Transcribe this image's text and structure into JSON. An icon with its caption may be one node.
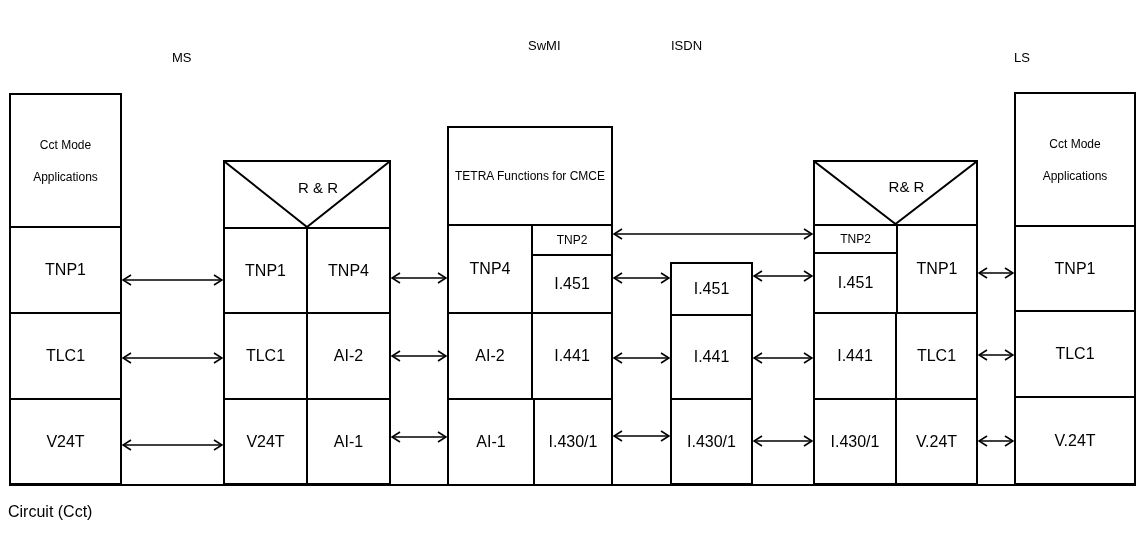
{
  "diagram": {
    "nodes": [
      {
        "text": [
          "Cct Mode Applications"
        ]
      },
      {
        "text": [
          "TNP1"
        ]
      },
      {
        "text": [
          "TLC1"
        ]
      },
      {
        "text": [
          "V24T"
        ]
      },
      {
        "text": [
          "R & R"
        ]
      },
      {
        "text": [
          "TNP1"
        ]
      },
      {
        "text": [
          "TNP4"
        ]
      },
      {
        "text": [
          "TLC1"
        ]
      },
      {
        "text": [
          "AI-2"
        ]
      },
      {
        "text": [
          "V24T"
        ]
      },
      {
        "text": [
          "AI-1"
        ]
      },
      {
        "text": [
          "TETRA Functions for CMCE"
        ]
      },
      {
        "text": [
          "TNP4"
        ]
      },
      {
        "text": [
          "TNP2"
        ]
      },
      {
        "text": [
          "I.451"
        ]
      },
      {
        "text": [
          "AI-2"
        ]
      },
      {
        "text": [
          "I.441"
        ]
      },
      {
        "text": [
          "AI-1"
        ]
      },
      {
        "text": [
          "I.430/1"
        ]
      },
      {
        "text": [
          "I.451"
        ]
      },
      {
        "text": [
          "I.441"
        ]
      },
      {
        "text": [
          "I.430/1"
        ]
      },
      {
        "text": [
          "R& R"
        ]
      },
      {
        "text": [
          "TNP2"
        ]
      },
      {
        "text": [
          "I.451"
        ]
      },
      {
        "text": [
          "TNP1"
        ]
      },
      {
        "text": [
          "I.441"
        ]
      },
      {
        "text": [
          "TLC1"
        ]
      },
      {
        "text": [
          "I.430/1"
        ]
      },
      {
        "text": [
          "V.24T"
        ]
      },
      {
        "text": [
          "Cct Mode Applications"
        ]
      },
      {
        "text": [
          "TNP1"
        ]
      },
      {
        "text": [
          "TLC1"
        ]
      },
      {
        "text": [
          "V.24T"
        ]
      }
    ],
    "edges": [
      {
        "from": 1,
        "to": 5,
        "arrow": "both"
      },
      {
        "from": 2,
        "to": 7,
        "arrow": "both"
      },
      {
        "from": 3,
        "to": 9,
        "arrow": "both"
      },
      {
        "from": 6,
        "to": 12,
        "arrow": "both"
      },
      {
        "from": 8,
        "to": 15,
        "arrow": "both"
      },
      {
        "from": 10,
        "to": 17,
        "arrow": "both"
      },
      {
        "from": 13,
        "to": 23,
        "arrow": "both"
      },
      {
        "from": 14,
        "to": 19,
        "arrow": "both"
      },
      {
        "from": 16,
        "to": 20,
        "arrow": "both"
      },
      {
        "from": 18,
        "to": 21,
        "arrow": "both"
      },
      {
        "from": 19,
        "to": 24,
        "arrow": "both"
      },
      {
        "from": 20,
        "to": 26,
        "arrow": "both"
      },
      {
        "from": 21,
        "to": 28,
        "arrow": "both"
      },
      {
        "from": 25,
        "to": 31,
        "arrow": "both"
      },
      {
        "from": 27,
        "to": 32,
        "arrow": "both"
      },
      {
        "from": 29,
        "to": 33,
        "arrow": "both"
      }
    ],
    "labels": [
      "MS",
      "SwMI",
      "ISDN",
      "LS",
      "Circuit (Cct)"
    ]
  }
}
